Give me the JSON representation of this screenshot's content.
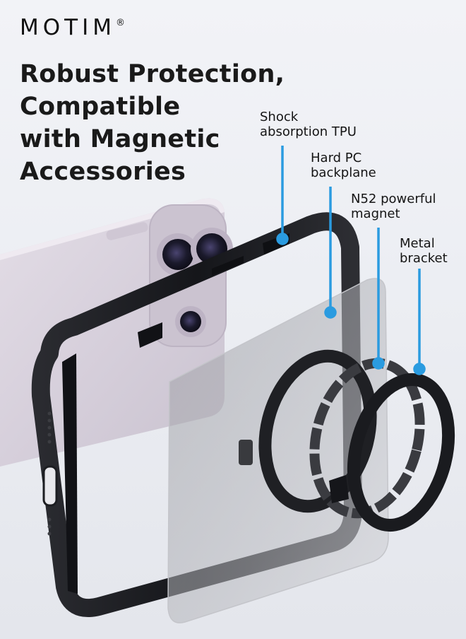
{
  "brand": {
    "logo_text": "MOTIM",
    "registered_mark": "®"
  },
  "headline": {
    "lines": [
      "Robust Protection,",
      "Compatible",
      "with Magnetic",
      "Accessories"
    ]
  },
  "callouts": [
    {
      "lines": [
        "Shock",
        "absorption TPU"
      ],
      "icon": "callout-pin"
    },
    {
      "lines": [
        "Hard PC",
        "backplane"
      ],
      "icon": "callout-pin"
    },
    {
      "lines": [
        "N52 powerful",
        "magnet"
      ],
      "icon": "callout-pin"
    },
    {
      "lines": [
        "Metal",
        "bracket"
      ],
      "icon": "callout-pin"
    }
  ],
  "colors": {
    "callout_line": "#2a9be0",
    "case_frame": "#1c1d21",
    "phone_body": "#d9d2dc",
    "text": "#151515"
  }
}
